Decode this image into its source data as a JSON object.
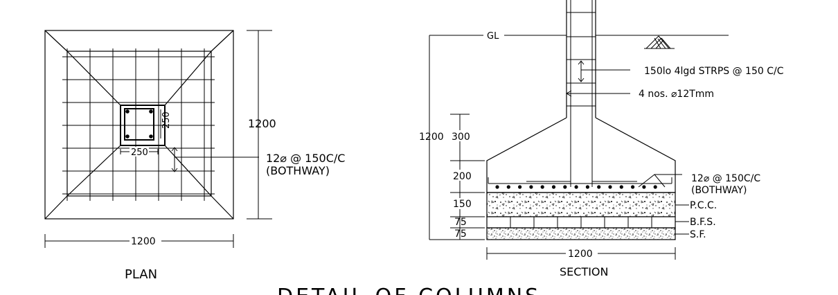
{
  "plan": {
    "title": "PLAN",
    "overall_width": "1200",
    "overall_height": "1200",
    "column_width": "250",
    "column_depth": "250",
    "reinforcement": "12⌀   @ 150C/C",
    "reinforcement_note": "(BOTHWAY)"
  },
  "section": {
    "title": "SECTION",
    "ground_level": "GL",
    "stirrups": "150lo  4lgd STRPS @ 150 C/C",
    "main_bars": "4 nos. ⌀12Tmm",
    "total_depth": "1200",
    "depth_300": "300",
    "depth_200": "200",
    "depth_150": "150",
    "depth_75a": "75",
    "depth_75b": "75",
    "base_width": "1200",
    "reinforcement": "12⌀   @ 150C/C",
    "reinforcement_note": "(BOTHWAY)",
    "layers": [
      "P.C.C.",
      "B.F.S.",
      "S.F."
    ]
  },
  "drawing_title": "DETAIL OF COLUMNS"
}
